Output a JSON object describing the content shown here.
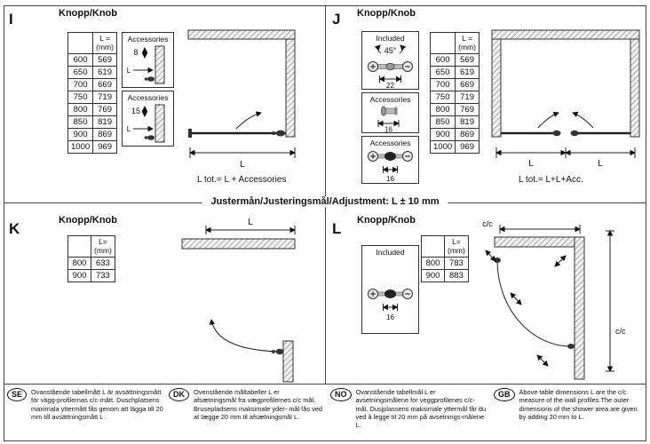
{
  "ink": "#111111",
  "adjustment_note": "Justermån/Justeringsmål/Adjustment: L ± 10 mm",
  "section_i": {
    "letter": "I",
    "title": "Knopp/Knob",
    "table": {
      "header_line1": "L =",
      "header_line2": "(mm)",
      "rows": [
        [
          "600",
          "569"
        ],
        [
          "650",
          "619"
        ],
        [
          "700",
          "669"
        ],
        [
          "750",
          "719"
        ],
        [
          "800",
          "769"
        ],
        [
          "850",
          "819"
        ],
        [
          "900",
          "869"
        ],
        [
          "1000",
          "969"
        ]
      ]
    },
    "acc_top": {
      "title": "Accessories",
      "value": "8",
      "l_label": "L"
    },
    "acc_bottom": {
      "title": "Accessories",
      "value": "15",
      "l_label": "L"
    },
    "diagram": {
      "dim_label": "L",
      "formula": "L tot.= L + Accessories"
    }
  },
  "section_j": {
    "letter": "J",
    "title": "Knopp/Knob",
    "included": {
      "title": "Included",
      "angle": "45°",
      "value": "22"
    },
    "acc_mid": {
      "title": "Accessories",
      "value": "16"
    },
    "acc_bottom": {
      "title": "Accessories",
      "value": "16"
    },
    "table": {
      "header_line1": "L =",
      "header_line2": "(mm)",
      "rows": [
        [
          "600",
          "569"
        ],
        [
          "650",
          "619"
        ],
        [
          "700",
          "669"
        ],
        [
          "750",
          "719"
        ],
        [
          "800",
          "769"
        ],
        [
          "850",
          "819"
        ],
        [
          "900",
          "869"
        ],
        [
          "1000",
          "969"
        ]
      ]
    },
    "diagram": {
      "dim_left": "L",
      "dim_right": "L",
      "formula": "L tot.= L+L+Acc."
    }
  },
  "section_k": {
    "letter": "K",
    "title": "Knopp/Knob",
    "table": {
      "header_line1": "L=",
      "header_line2": "(mm)",
      "rows": [
        [
          "800",
          "633"
        ],
        [
          "900",
          "733"
        ]
      ]
    },
    "diagram": {
      "dim_label": "L"
    }
  },
  "section_l": {
    "letter": "L",
    "title": "Knopp/Knob",
    "included": {
      "title": "Included",
      "value": "16"
    },
    "table": {
      "header_line1": "L=",
      "header_line2": "(mm)",
      "rows": [
        [
          "800",
          "783"
        ],
        [
          "900",
          "883"
        ]
      ]
    },
    "diagram": {
      "dim_top": "c/c",
      "dim_right": "c/c"
    }
  },
  "footnotes": [
    {
      "code": "SE",
      "text": "Ovanstående tabellmått L är avsättningsmått för vägg-profilernas c/c-mått. Duschplatsens maximala yttermått fås genom att lägga till 20 mm till avsättningsmått L ."
    },
    {
      "code": "DK",
      "text": "Ovenstående måltabeller L er afsætningsmål fra vægprofilernes c/c mål. Brusepladsens maksimale yder- mål fås ved at lægge 20 mm til afsætningsmål L."
    },
    {
      "code": "NO",
      "text": "Ovanstående tabellmål L er avsetningsmålene for veggprofilenes c/c- mål. Dusjplassens maksimale yttermål får du ved å legge til 20 mm på avsetnings-målene L."
    },
    {
      "code": "GB",
      "text": "Above table dimensions L are the c/c measure of the wall profiles.The outer dimensions of the shower area are given by adding 20 mm to L."
    }
  ]
}
